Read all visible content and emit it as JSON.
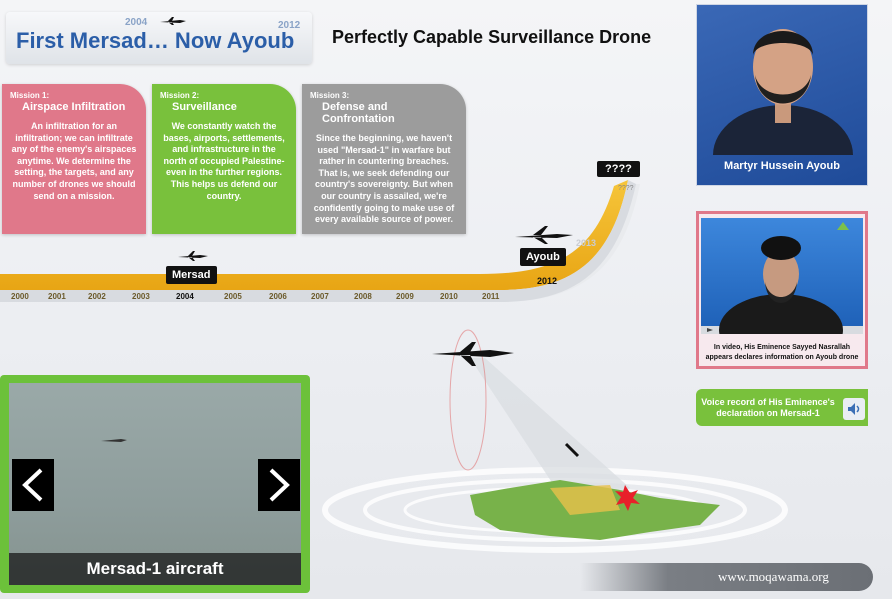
{
  "header": {
    "title": "First Mersad… Now Ayoub",
    "year_start": "2004",
    "year_end": "2012",
    "subtitle": "Perfectly Capable Surveillance Drone"
  },
  "missions": [
    {
      "label": "Mission 1:",
      "title": "Airspace Infiltration",
      "text": "An infiltration for an infiltration; we can infiltrate any of the enemy's airspaces anytime. We determine the setting, the targets, and any number of drones we should send on a mission.",
      "color": "#e0788a"
    },
    {
      "label": "Mission 2:",
      "title": "Surveillance",
      "text": "We constantly watch the bases, airports, settlements, and infrastructure in the north of occupied Palestine- even in the further regions. This helps us defend our country.",
      "color": "#79c13c"
    },
    {
      "label": "Mission 3:",
      "title": "Defense and Confrontation",
      "text": "Since the beginning, we haven't used \"Mersad-1\" in warfare but rather in countering breaches. That is, we seek defending our country's sovereignty. But when our country is assailed, we're confidently going to make use of every available source of power.",
      "color": "#9c9c9c"
    }
  ],
  "timeline": {
    "years": [
      "2000",
      "2001",
      "2002",
      "2003",
      "2004",
      "2005",
      "2006",
      "2007",
      "2008",
      "2009",
      "2010",
      "2011"
    ],
    "mersad_label": "Mersad",
    "ayoub_label": "Ayoub",
    "ayoub_year": "2012",
    "next_year": "2013",
    "unknown_label": "????",
    "unknown_trail": "????"
  },
  "portrait": {
    "caption": "Martyr Hussein Ayoub"
  },
  "video": {
    "caption": "In video, His Eminence Sayyed Nasrallah appears declares information on Ayoub drone"
  },
  "voice": {
    "label": "Voice record of His Eminence's declaration on Mersad-1",
    "icon": "speaker-icon"
  },
  "gallery": {
    "caption": "Mersad-1 aircraft",
    "prev_icon": "chevron-left-icon",
    "next_icon": "chevron-right-icon"
  },
  "footer": {
    "url": "www.moqawama.org"
  },
  "colors": {
    "accent_blue": "#2b5ea8",
    "pink": "#e0788a",
    "green": "#79c13c",
    "gray": "#9c9c9c",
    "timeline": "#f2b318"
  }
}
